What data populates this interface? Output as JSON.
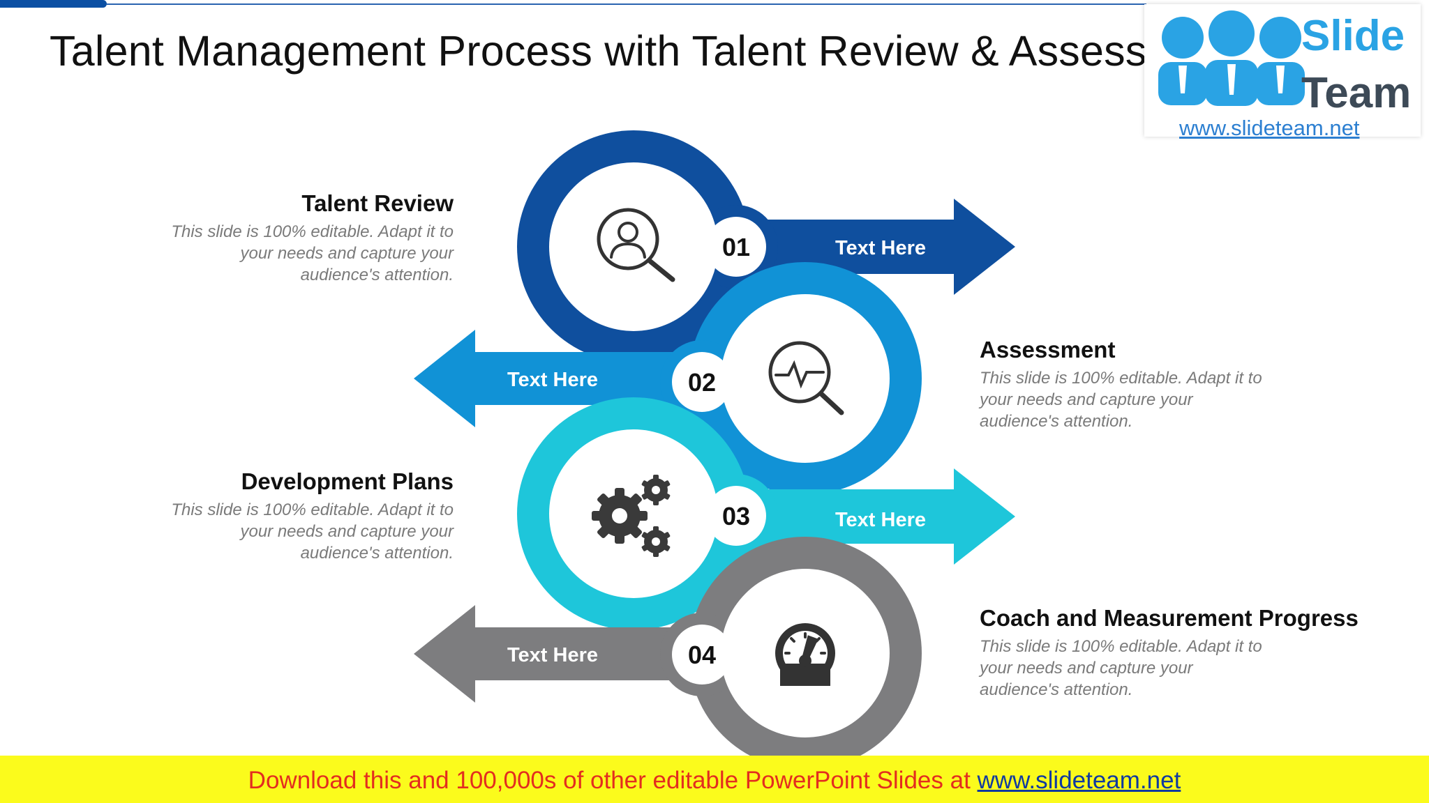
{
  "title": "Talent Management Process with Talent Review & Assessment",
  "logo": {
    "line1": "Slide",
    "line2": "Team",
    "url": "www.slideteam.net"
  },
  "steps": [
    {
      "number": "01",
      "label": "Text Here",
      "title": "Talent Review",
      "desc": "This slide is 100% editable. Adapt it to your needs and capture your audience's attention.",
      "color": "#0f4f9e",
      "icon": "user-search-icon"
    },
    {
      "number": "02",
      "label": "Text Here",
      "title": "Assessment",
      "desc": "This slide is 100% editable. Adapt it to your needs and capture your audience's attention.",
      "color": "#1192d6",
      "icon": "pulse-search-icon"
    },
    {
      "number": "03",
      "label": "Text Here",
      "title": "Development Plans",
      "desc": "This slide is 100% editable. Adapt it to your needs and capture your audience's attention.",
      "color": "#1ec6da",
      "icon": "gears-icon"
    },
    {
      "number": "04",
      "label": "Text Here",
      "title": "Coach and Measurement Progress",
      "desc": "This slide is 100% editable. Adapt it to your needs and capture your audience's attention.",
      "color": "#7d7d7f",
      "icon": "speedometer-icon"
    }
  ],
  "footer": {
    "text": "Download this and 100,000s of other editable PowerPoint Slides at ",
    "link": "www.slideteam.net"
  }
}
